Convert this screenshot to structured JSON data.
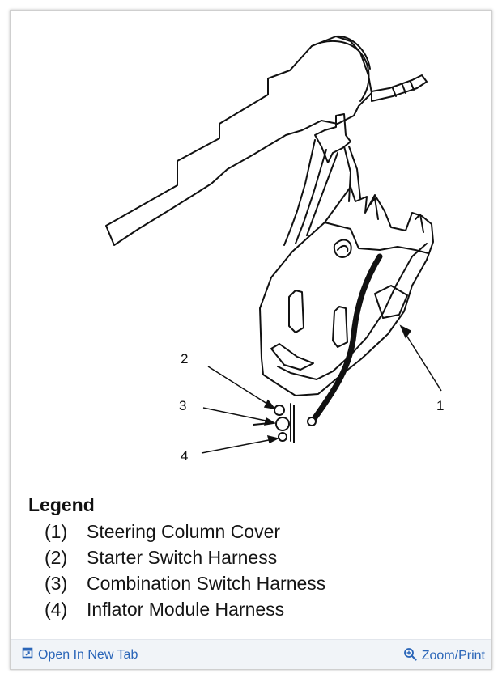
{
  "diagram": {
    "callouts": [
      {
        "number": "1"
      },
      {
        "number": "2"
      },
      {
        "number": "3"
      },
      {
        "number": "4"
      }
    ]
  },
  "legend": {
    "title": "Legend",
    "items": [
      {
        "number": "(1)",
        "label": "Steering Column Cover"
      },
      {
        "number": "(2)",
        "label": "Starter Switch Harness"
      },
      {
        "number": "(3)",
        "label": "Combination Switch Harness"
      },
      {
        "number": "(4)",
        "label": "Inflator Module Harness"
      }
    ]
  },
  "footer": {
    "open_tab_label": "Open In New Tab",
    "zoom_label": "Zoom/Print",
    "link_color": "#2a65b8"
  }
}
